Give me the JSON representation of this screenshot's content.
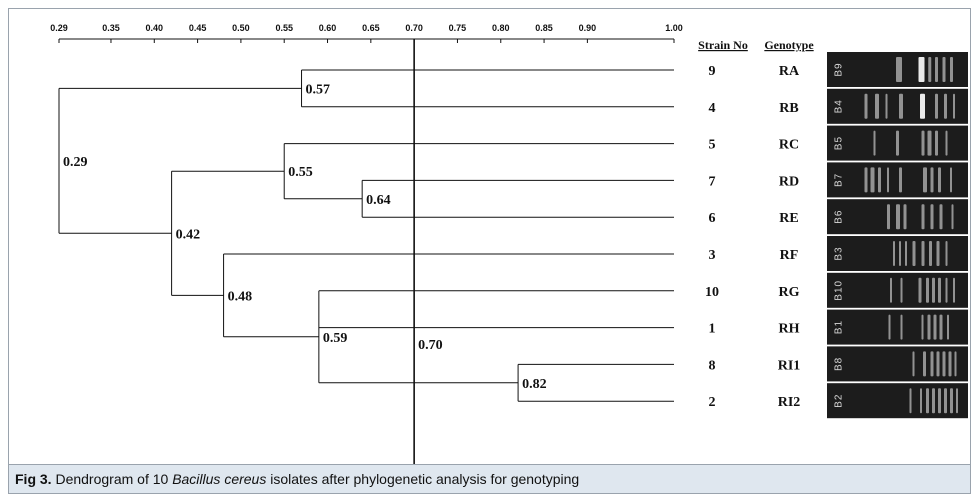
{
  "caption": {
    "label": "Fig 3.",
    "text_before": " Dendrogram of 10 ",
    "species": "Bacillus cereus",
    "text_after": " isolates after phylogenetic analysis for genotyping"
  },
  "scale_ticks": [
    "0.29",
    "0.35",
    "0.40",
    "0.45",
    "0.50",
    "0.55",
    "0.60",
    "0.65",
    "0.70",
    "0.75",
    "0.80",
    "0.85",
    "0.90",
    "1.00"
  ],
  "headers": {
    "strain": "Strain No",
    "genotype": "Genotype"
  },
  "rows": [
    {
      "strain": "9",
      "genotype": "RA",
      "lane": "B9"
    },
    {
      "strain": "4",
      "genotype": "RB",
      "lane": "B4"
    },
    {
      "strain": "5",
      "genotype": "RC",
      "lane": "B5"
    },
    {
      "strain": "7",
      "genotype": "RD",
      "lane": "B7"
    },
    {
      "strain": "6",
      "genotype": "RE",
      "lane": "B6"
    },
    {
      "strain": "3",
      "genotype": "RF",
      "lane": "B3"
    },
    {
      "strain": "10",
      "genotype": "RG",
      "lane": "B10"
    },
    {
      "strain": "1",
      "genotype": "RH",
      "lane": "B1"
    },
    {
      "strain": "8",
      "genotype": "RI1",
      "lane": "B8"
    },
    {
      "strain": "2",
      "genotype": "RI2",
      "lane": "B2"
    }
  ],
  "nodes": [
    {
      "value": "0.57",
      "similarity": 0.57
    },
    {
      "value": "0.64",
      "similarity": 0.64
    },
    {
      "value": "0.55",
      "similarity": 0.55
    },
    {
      "value": "0.82",
      "similarity": 0.82
    },
    {
      "value": "0.59",
      "similarity": 0.59
    },
    {
      "value": "0.48",
      "similarity": 0.48
    },
    {
      "value": "0.42",
      "similarity": 0.42
    },
    {
      "value": "0.29",
      "similarity": 0.29
    },
    {
      "value": "0.70",
      "similarity": 0.7
    }
  ],
  "colors": {
    "line": "#111111",
    "gel_bg": "#1c1c1c",
    "caption_bg": "#dfe7ef"
  }
}
